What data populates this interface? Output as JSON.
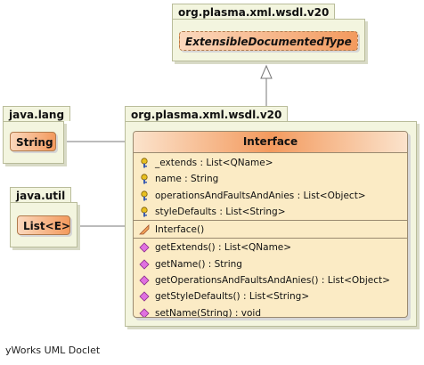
{
  "packages": {
    "wsdl_top": "org.plasma.xml.wsdl.v20",
    "java_lang": "java.lang",
    "java_util": "java.util",
    "wsdl_main": "org.plasma.xml.wsdl.v20"
  },
  "classes": {
    "extensible": "ExtensibleDocumentedType",
    "string": "String",
    "list": "List<E>"
  },
  "interface": {
    "title": "Interface",
    "fields": [
      "_extends : List<QName>",
      "name : String",
      "operationsAndFaultsAndAnies : List<Object>",
      "styleDefaults : List<String>"
    ],
    "constructors": [
      "Interface()"
    ],
    "methods": [
      "getExtends() : List<QName>",
      "getName() : String",
      "getOperationsAndFaultsAndAnies() : List<Object>",
      "getStyleDefaults() : List<String>",
      "setName(String) : void"
    ]
  },
  "footer": "yWorks UML Doclet",
  "icons": {
    "field": "key-field-icon",
    "constructor": "constructor-icon",
    "method": "method-icon"
  },
  "colors": {
    "class_fill": "#f39a5e",
    "package_fill": "#f3f5df",
    "interface_body": "#fbebc5"
  }
}
